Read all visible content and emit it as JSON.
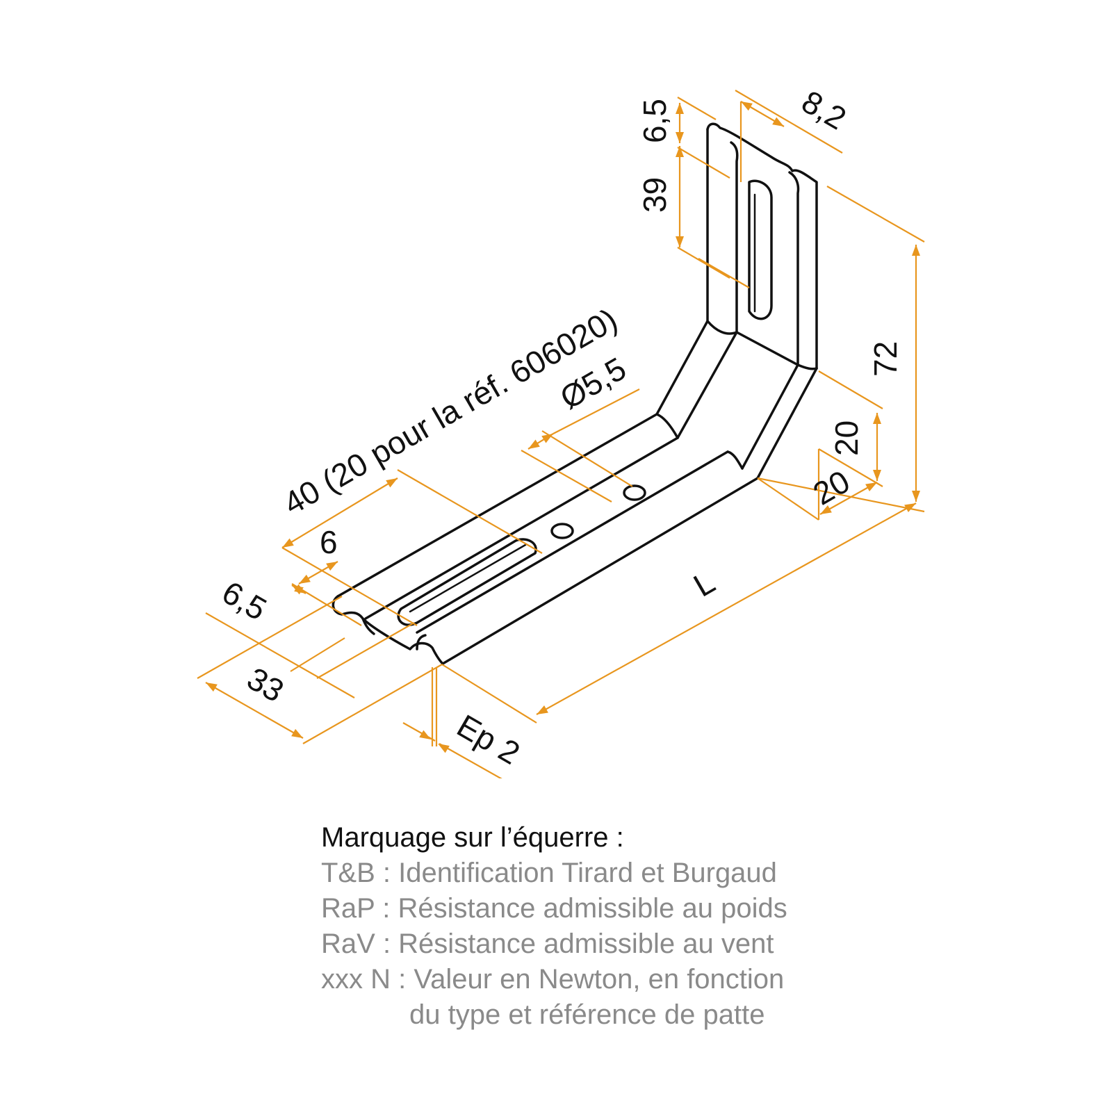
{
  "diagram": {
    "dimension_color": "#e8961e",
    "outline_color": "#111111",
    "dimensions": {
      "top_width": "6,5",
      "top_offset": "8,2",
      "slot_length": "39",
      "total_height": "72",
      "bend_height": "20",
      "bend_depth": "20",
      "hole_diameter": "Ø5,5",
      "slot_offset": "40 (20 pour la réf. 606020)",
      "rib_width": "6",
      "edge_width": "6,5",
      "total_width": "33",
      "length": "L",
      "thickness": "Ep 2"
    }
  },
  "legend": {
    "title": "Marquage sur l’équerre :",
    "rows": [
      {
        "code": "T&B",
        "text": "Identification Tirard et Burgaud"
      },
      {
        "code": "RaP",
        "text": "Résistance admissible au poids"
      },
      {
        "code": "RaV",
        "text": "Résistance admissible au vent"
      },
      {
        "code": "xxx N",
        "text": "Valeur en Newton, en fonction"
      }
    ],
    "continuation": "du type et référence de patte",
    "text_color": "#8a8a8a"
  }
}
